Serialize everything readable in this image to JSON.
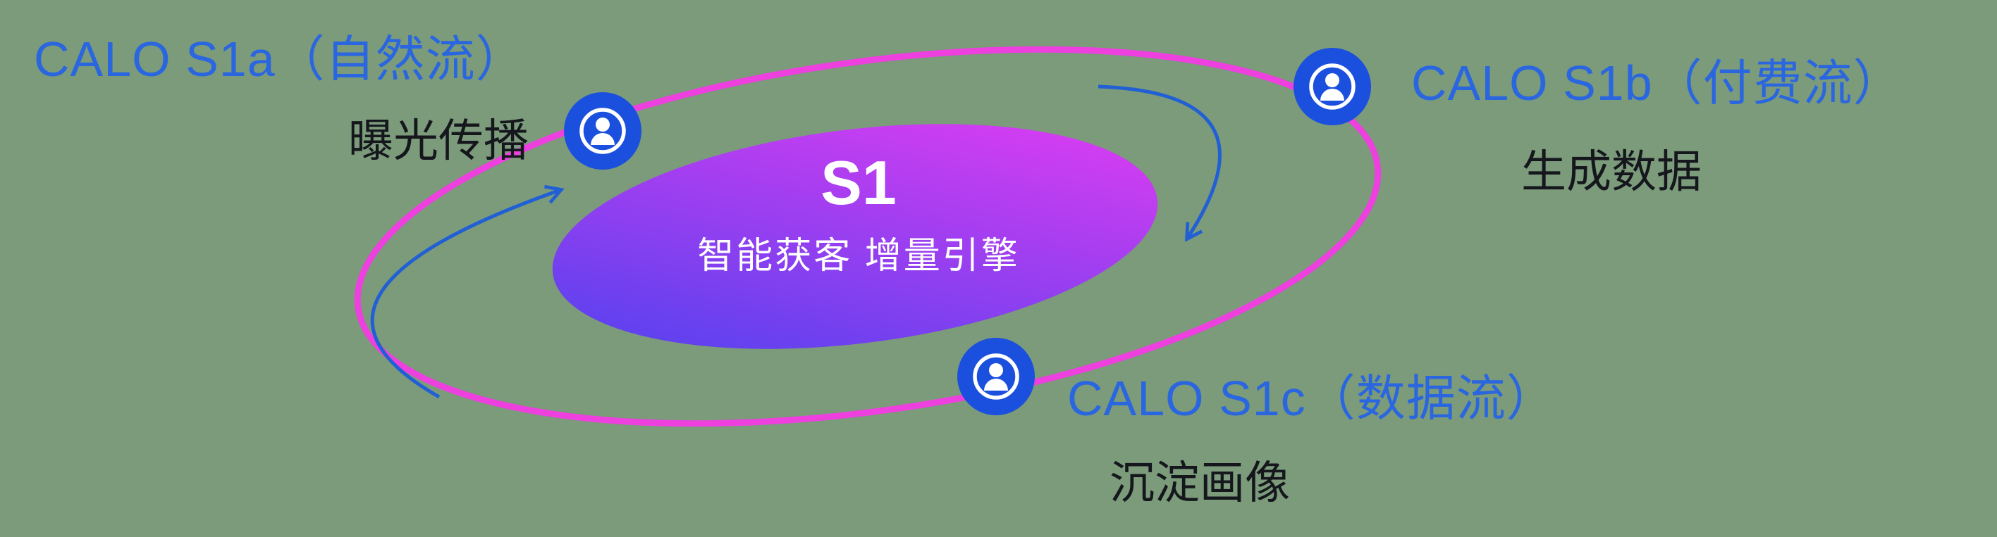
{
  "canvas": {
    "background": "#7b9b7b"
  },
  "colors": {
    "title_blue": "#2a66e0",
    "subtitle_dark": "#15171d",
    "orbit_pink": "#ee3fdf",
    "arrow_blue": "#2160d4",
    "icon_blue": "#1b4fdd",
    "icon_glyph_white": "#ffffff",
    "core_gradient_start": "#4a42ee",
    "core_gradient_end": "#e83cf2",
    "core_text_white": "#ffffff"
  },
  "core": {
    "title": "S1",
    "tagline": "智能获客  增量引擎"
  },
  "nodes": [
    {
      "id": "s1a",
      "title": "CALO S1a（自然流）",
      "subtitle": "曝光传播"
    },
    {
      "id": "s1b",
      "title": "CALO S1b（付费流）",
      "subtitle": "生成数据"
    },
    {
      "id": "s1c",
      "title": "CALO S1c（数据流）",
      "subtitle": "沉淀画像"
    }
  ]
}
